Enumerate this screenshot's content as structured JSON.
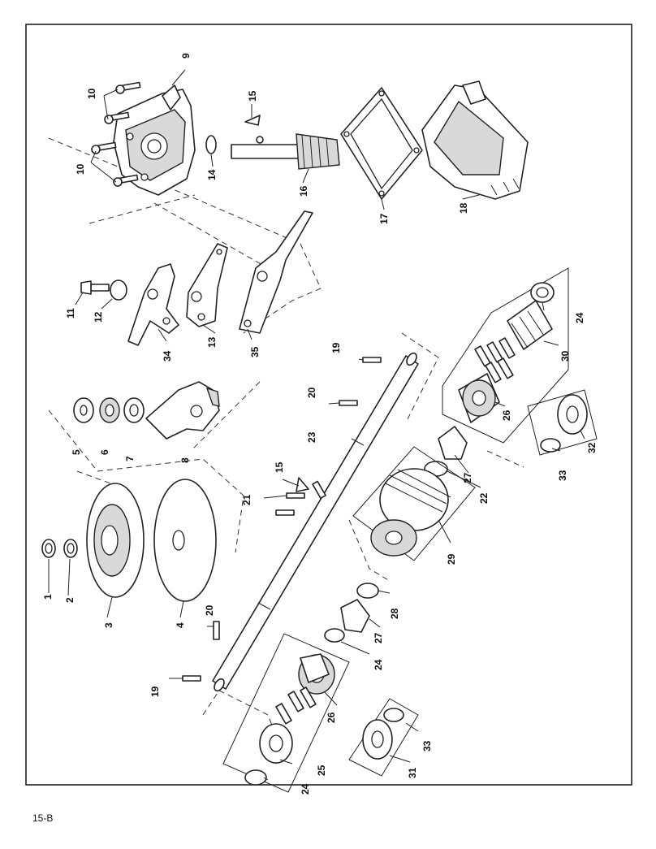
{
  "page": {
    "number": "15-B"
  },
  "callouts": [
    {
      "label": "1"
    },
    {
      "label": "2"
    },
    {
      "label": "3"
    },
    {
      "label": "4"
    },
    {
      "label": "5"
    },
    {
      "label": "6"
    },
    {
      "label": "7"
    },
    {
      "label": "8"
    },
    {
      "label": "9"
    },
    {
      "label": "10"
    },
    {
      "label": "10"
    },
    {
      "label": "11"
    },
    {
      "label": "12"
    },
    {
      "label": "13"
    },
    {
      "label": "14"
    },
    {
      "label": "15"
    },
    {
      "label": "15"
    },
    {
      "label": "16"
    },
    {
      "label": "17"
    },
    {
      "label": "18"
    },
    {
      "label": "19"
    },
    {
      "label": "19"
    },
    {
      "label": "20"
    },
    {
      "label": "20"
    },
    {
      "label": "21"
    },
    {
      "label": "22"
    },
    {
      "label": "23"
    },
    {
      "label": "24"
    },
    {
      "label": "24"
    },
    {
      "label": "24"
    },
    {
      "label": "25"
    },
    {
      "label": "26"
    },
    {
      "label": "26"
    },
    {
      "label": "27"
    },
    {
      "label": "27"
    },
    {
      "label": "28"
    },
    {
      "label": "29"
    },
    {
      "label": "30"
    },
    {
      "label": "31"
    },
    {
      "label": "32"
    },
    {
      "label": "33"
    },
    {
      "label": "33"
    },
    {
      "label": "34"
    },
    {
      "label": "35"
    }
  ]
}
